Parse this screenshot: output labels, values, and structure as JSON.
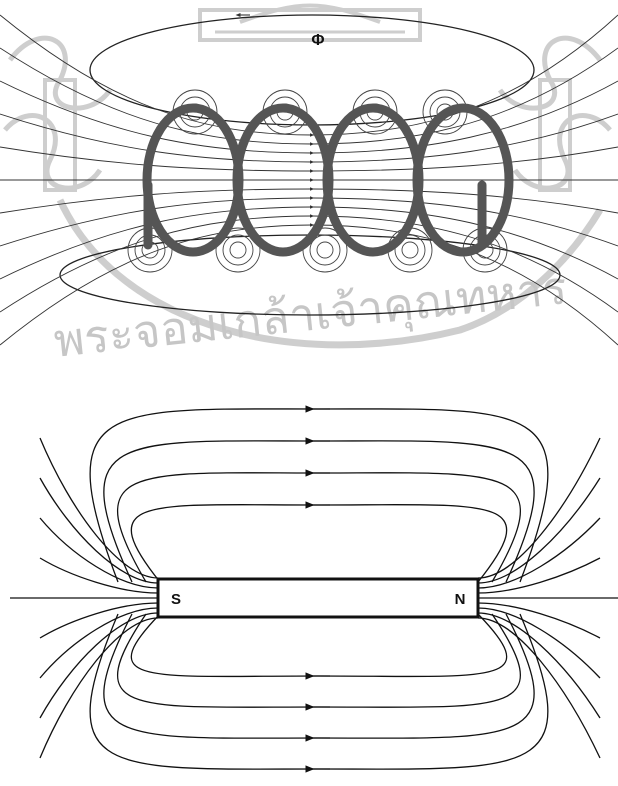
{
  "solenoid": {
    "flux_symbol": "Φ",
    "coil_turns": 4,
    "coil_color": "#555555"
  },
  "bar_magnet": {
    "south_label": "S",
    "north_label": "N",
    "field_loops_above": 4,
    "field_loops_below": 4
  },
  "watermark": {
    "text": "พระจอมเกล้าเจ้าคุณทหาร",
    "color": "#c8c8c8"
  },
  "colors": {
    "line": "#111111",
    "background": "#ffffff"
  }
}
